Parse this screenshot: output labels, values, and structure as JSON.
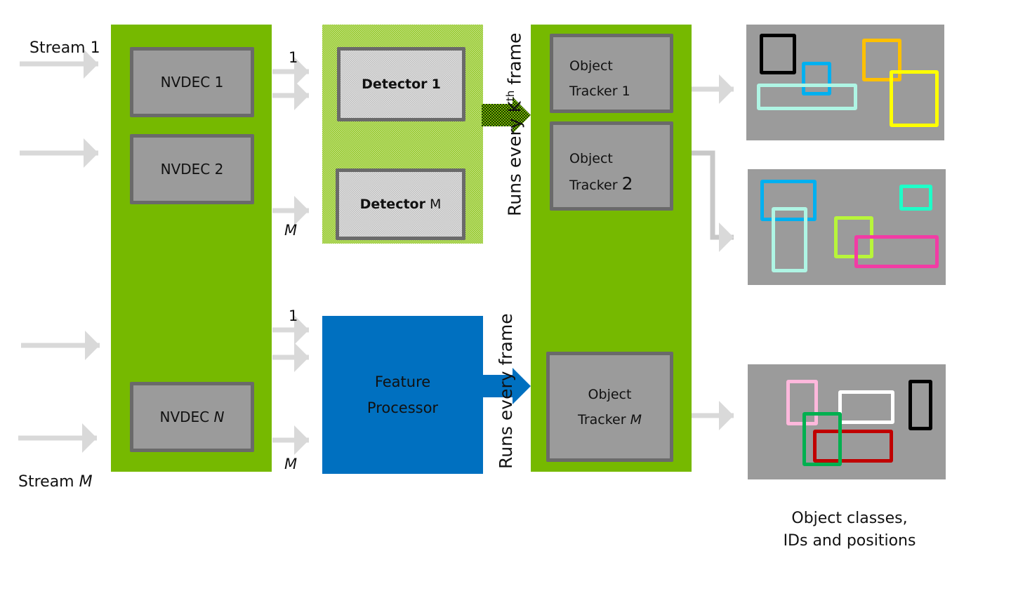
{
  "streams": {
    "first_label": "Stream 1",
    "last_label_prefix": "Stream",
    "last_label_var": "M"
  },
  "decoders": [
    {
      "label": "NVDEC 1",
      "prefix": "NVDEC",
      "suffix": "1",
      "suffix_italic": false
    },
    {
      "label": "NVDEC 2",
      "prefix": "NVDEC",
      "suffix": "2",
      "suffix_italic": false
    },
    {
      "label": "NVDEC N",
      "prefix": "NVDEC",
      "suffix": "N",
      "suffix_italic": true
    }
  ],
  "index_labels": {
    "first": "1",
    "last": "M"
  },
  "detectors": [
    {
      "bold": "Detector",
      "suffix": "1",
      "suffix_bold": true
    },
    {
      "bold": "Detector",
      "suffix": "M",
      "suffix_bold": false
    }
  ],
  "detector_run_note": {
    "prefix": "Runs every K",
    "superscript": "th",
    "suffix": " frame"
  },
  "feature_processor": {
    "line1": "Feature",
    "line2": "Processor"
  },
  "feature_run_note": "Runs every frame",
  "trackers": [
    {
      "line1": "Object",
      "line2_prefix": "Tracker",
      "line2_suffix": "1"
    },
    {
      "line1": "Object",
      "line2_prefix": "Tracker",
      "line2_suffix": "2"
    },
    {
      "line1": "Object",
      "line2_prefix": "Tracker",
      "line2_suffix": "M"
    }
  ],
  "outputs": {
    "caption_line1": "Object classes,",
    "caption_line2": "IDs and positions",
    "frames": [
      {
        "name": "output-frame-1",
        "box_colors": [
          "#000000",
          "#00b0f0",
          "#ffc000",
          "#ffff00",
          "#aff5e4"
        ]
      },
      {
        "name": "output-frame-2",
        "box_colors": [
          "#00b0f0",
          "#aff5e4",
          "#1effc8",
          "#b8f53a",
          "#f23ca5"
        ]
      },
      {
        "name": "output-frame-3",
        "box_colors": [
          "#ffb8dc",
          "#ffffff",
          "#000000",
          "#00b050",
          "#c00000"
        ]
      }
    ]
  },
  "colors": {
    "nvidia_green": "#76b900",
    "feature_blue": "#0070c0",
    "box_gray": "#9b9b9b",
    "box_border": "#6a6a6a",
    "arrow_gray": "#d9d9d9"
  }
}
